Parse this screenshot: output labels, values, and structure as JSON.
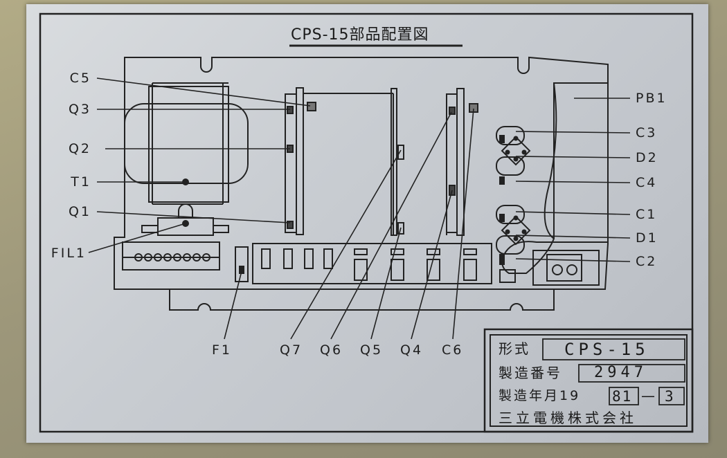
{
  "title": "CPS-15部品配置図",
  "labels_left": [
    "C5",
    "Q3",
    "Q2",
    "T1",
    "Q1",
    "FIL1"
  ],
  "labels_right": [
    "PB1",
    "C3",
    "D2",
    "C4",
    "C1",
    "D1",
    "C2"
  ],
  "labels_bottom": [
    "F1",
    "Q7",
    "Q6",
    "Q5",
    "Q4",
    "C6"
  ],
  "spec": {
    "model_label": "形式",
    "model_value": "CPS-15",
    "serial_label": "製造番号",
    "serial_value": "2947",
    "date_label": "製造年月19",
    "year": "81",
    "dash": "—",
    "month": "3",
    "maker": "三立電機株式会社"
  }
}
